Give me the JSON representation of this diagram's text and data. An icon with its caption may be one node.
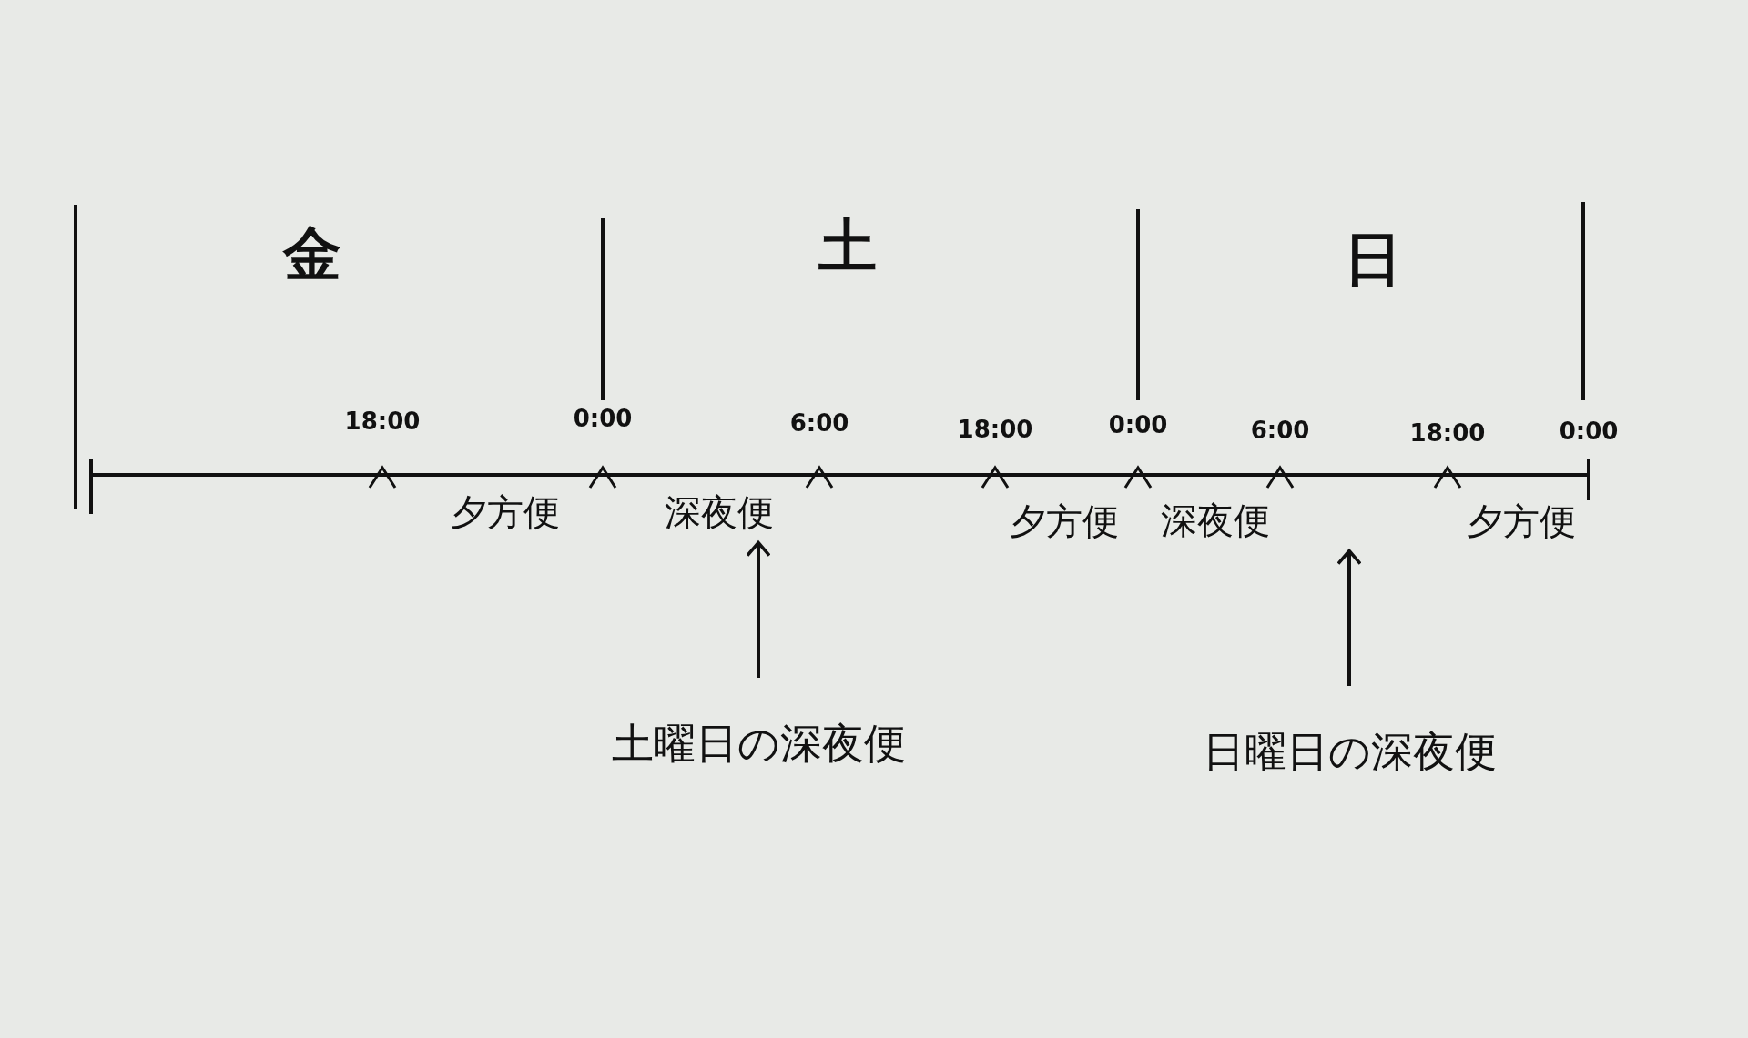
{
  "diagram": {
    "nodes": [
      {
        "text": [
          "深夜便"
        ]
      },
      {
        "text": [
          "深夜便"
        ]
      },
      {
        "text": [
          "土曜日の深夜便"
        ]
      },
      {
        "text": [
          "日曜日の深夜便"
        ]
      }
    ],
    "edges": [
      {
        "from": 2,
        "to": 0,
        "arrow": "to"
      },
      {
        "from": 3,
        "to": 1,
        "arrow": "to"
      }
    ],
    "labels": [
      "金",
      "土",
      "日",
      "18:00",
      "0:00",
      "6:00",
      "18:00",
      "0:00",
      "6:00",
      "18:00",
      "0:00",
      "夕方便",
      "夕方便",
      "夕方便"
    ]
  }
}
